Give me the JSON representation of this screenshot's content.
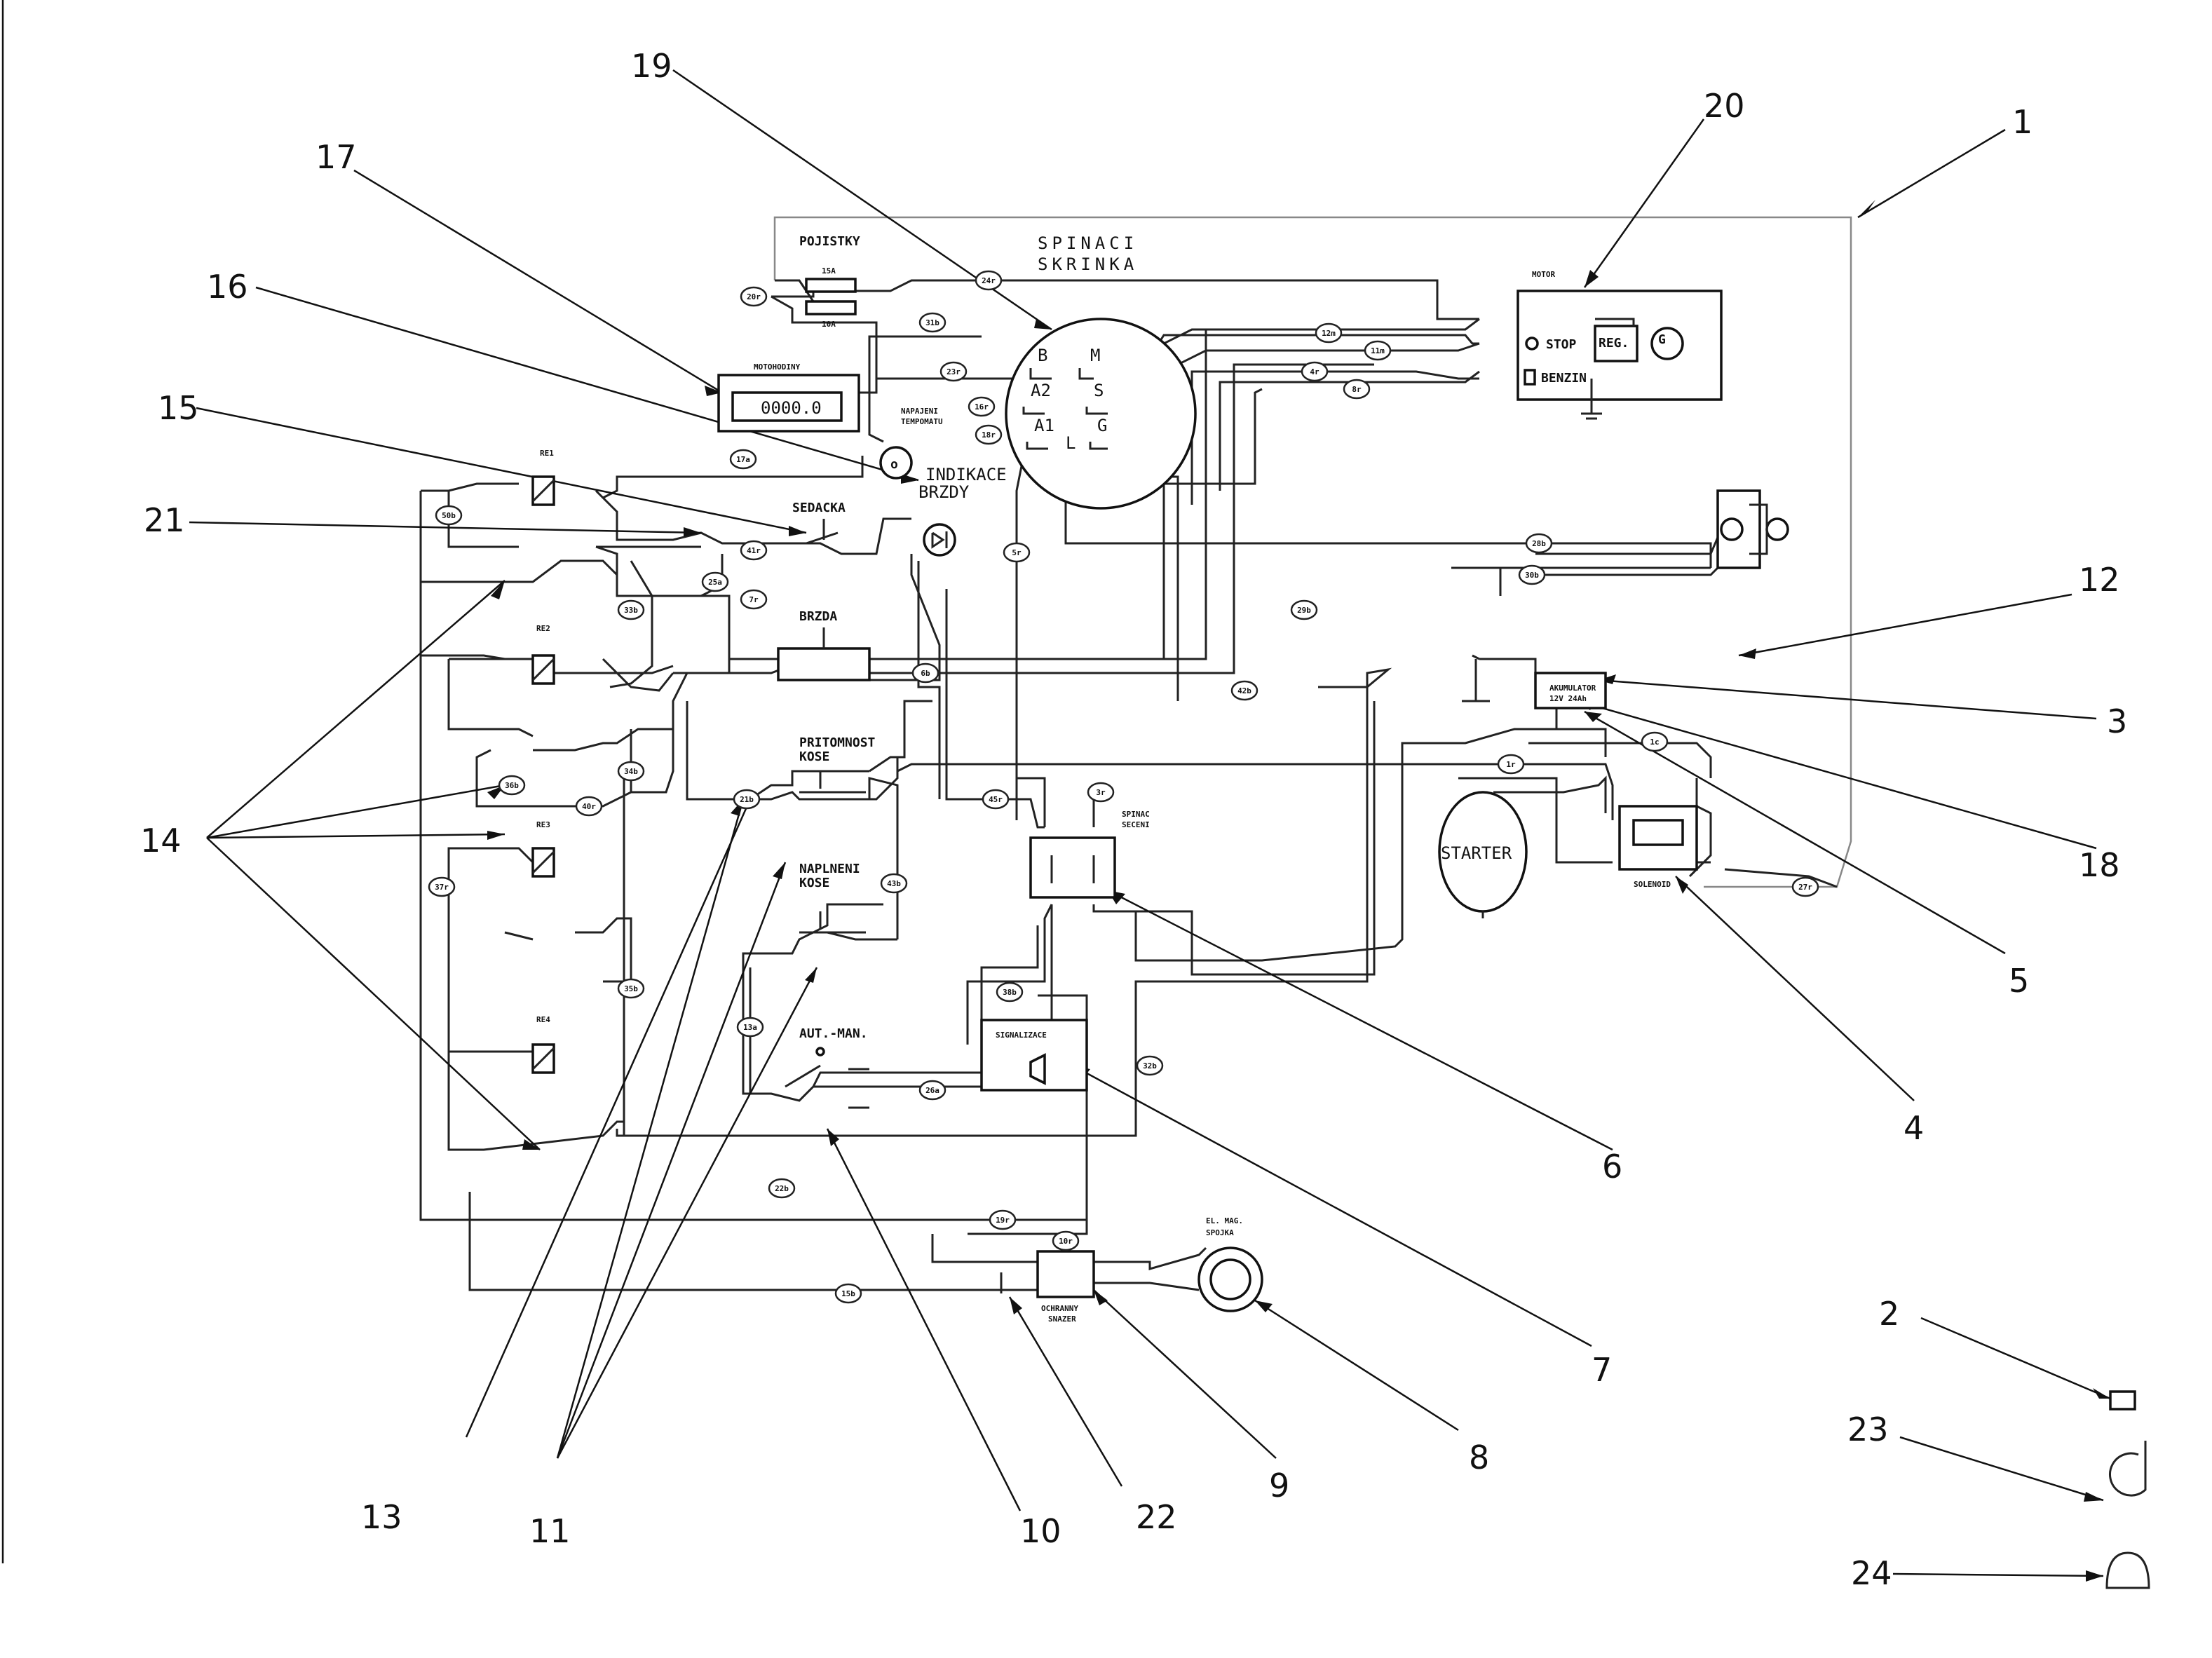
{
  "callouts": {
    "c1": "1",
    "c2": "2",
    "c3": "3",
    "c4": "4",
    "c5": "5",
    "c6": "6",
    "c7": "7",
    "c8": "8",
    "c9": "9",
    "c10": "10",
    "c11": "11",
    "c12": "12",
    "c13": "13",
    "c14": "14",
    "c15": "15",
    "c16": "16",
    "c17": "17",
    "c18": "18",
    "c19": "19",
    "c20": "20",
    "c21": "21",
    "c22": "22",
    "c23": "23",
    "c24": "24"
  },
  "labels": {
    "spinaci_1": "SPINACI",
    "spinaci_2": "SKRINKA",
    "pojistky": "POJISTKY",
    "fuse1": "15A",
    "fuse2": "10A",
    "motohodiny": "MOTOHODINY",
    "hour_value": "0000.0",
    "napajeni_1": "NAPAJENI",
    "napajeni_2": "TEMPOMATU",
    "indikace_1": "INDIKACE",
    "indikace_2": "BRZDY",
    "sedacka": "SEDACKA",
    "brzda": "BRZDA",
    "pritomnost_1": "PRITOMNOST",
    "pritomnost_2": "KOSE",
    "naplneni_1": "NAPLNENI",
    "naplneni_2": "KOSE",
    "aut_man": "AUT.-MAN.",
    "signalizace": "SIGNALIZACE",
    "spinac_1": "SPINAC",
    "spinac_2": "SECENI",
    "motor": "MOTOR",
    "stop": "STOP",
    "benzin": "BENZIN",
    "reg": "REG.",
    "gen": "G",
    "akumulator_1": "AKUMULATOR",
    "akumulator_2": "12V 24Ah",
    "starter": "STARTER",
    "solenoid": "SOLENOID",
    "elmag_1": "EL. MAG.",
    "elmag_2": "SPOJKA",
    "ochranny_1": "OCHRANNY",
    "ochranny_2": "SNAZER",
    "re1": "RE1",
    "re2": "RE2",
    "re3": "RE3",
    "re4": "RE4",
    "sw_B": "B",
    "sw_M": "M",
    "sw_A2": "A2",
    "sw_S": "S",
    "sw_A1": "A1",
    "sw_L": "L",
    "sw_G": "G"
  },
  "wire_tags": {
    "t20": "20r",
    "t24": "24r",
    "t31": "31b",
    "t23": "23r",
    "t16": "16r",
    "t18": "18r",
    "t17": "17a",
    "t12": "12m",
    "t11": "11m",
    "t4": "4r",
    "t8": "8r",
    "t5": "5r",
    "t50": "50b",
    "t41": "41r",
    "t25": "25a",
    "t7": "7r",
    "t6": "6b",
    "t29": "29b",
    "t28": "28b",
    "t30": "30b",
    "t42": "42b",
    "t1": "1r",
    "t3": "3r",
    "t45": "45r",
    "t1c": "1c",
    "t27": "27r",
    "t33": "33b",
    "t40": "40r",
    "t34": "34b",
    "t36": "36b",
    "t21": "21b",
    "t43": "43b",
    "t37": "37r",
    "t35": "35b",
    "t13": "13a",
    "t26": "26a",
    "t32": "32b",
    "t38": "38b",
    "t22": "22b",
    "t19": "19r",
    "t10": "10r",
    "t15": "15b"
  },
  "icons": [
    "switch-box-icon",
    "battery-icon",
    "lamp-icon",
    "horn-icon",
    "clutch-icon",
    "starter-motor-icon",
    "ground-icon",
    "diode-icon"
  ]
}
